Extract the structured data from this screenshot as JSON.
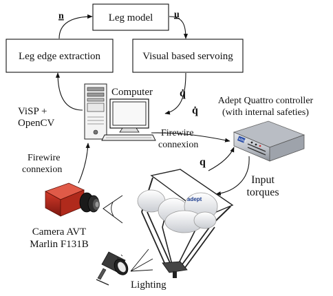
{
  "boxes": {
    "leg_model": "Leg model",
    "leg_edge_extraction": "Leg edge extraction",
    "visual_servoing": "Visual based servoing"
  },
  "signals": {
    "n": "n",
    "u": "u",
    "q_dot_servo": "q̇",
    "q_dot_controller": "q̇",
    "q": "q"
  },
  "labels": {
    "computer": "Computer",
    "visp_line1": "ViSP +",
    "visp_line2": "OpenCV",
    "controller_line1": "Adept Quattro controller",
    "controller_line2": "(with internal safeties)",
    "firewire_right_line1": "Firewire",
    "firewire_right_line2": "connexion",
    "firewire_left_line1": "Firewire",
    "firewire_left_line2": "connexion",
    "input_line1": "Input",
    "input_line2": "torques",
    "camera_line1": "Camera AVT",
    "camera_line2": "Marlin F131B",
    "lighting": "Lighting",
    "controller_brand": "adept",
    "robot_brand": "adept"
  }
}
